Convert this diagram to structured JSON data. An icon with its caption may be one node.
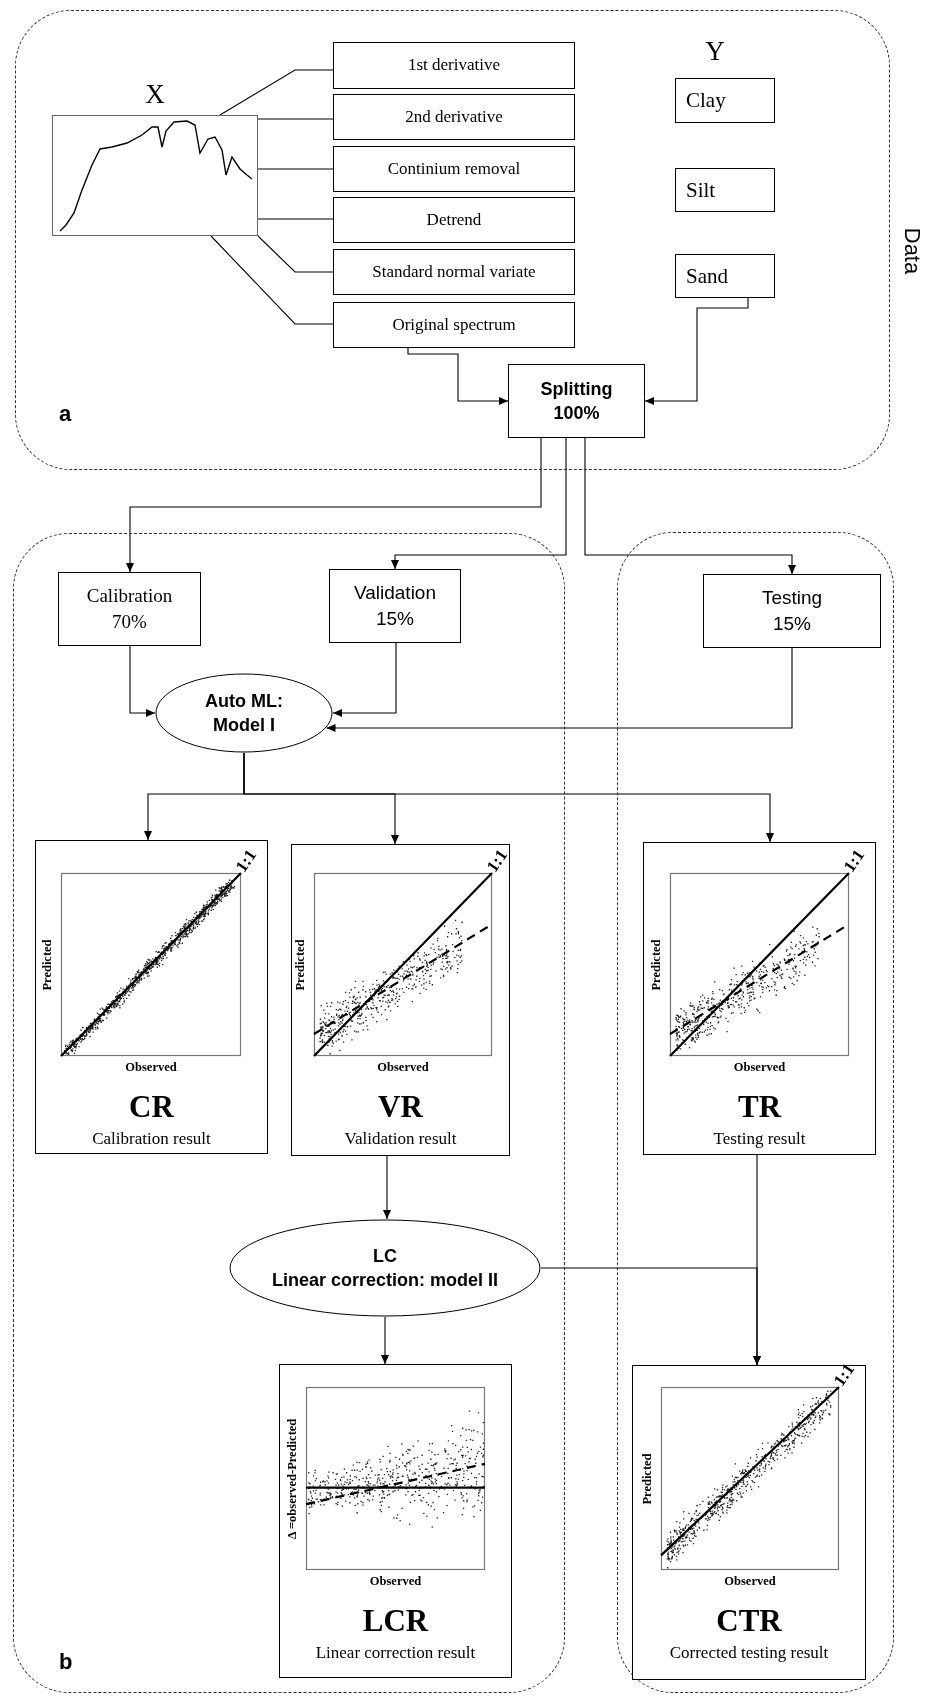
{
  "diagram": {
    "nodes": [
      {
        "text": [
          "a"
        ],
        "beside": [
          "Data"
        ]
      },
      {
        "text": [
          "X"
        ],
        "in": 0
      },
      {
        "text": [
          "1st derivative"
        ],
        "in": 0
      },
      {
        "text": [
          "2nd derivative"
        ],
        "in": 0
      },
      {
        "text": [
          "Continium removal"
        ],
        "in": 0
      },
      {
        "text": [
          "Detrend"
        ],
        "in": 0
      },
      {
        "text": [
          "Standard normal variate"
        ],
        "in": 0
      },
      {
        "text": [
          "Original spectrum"
        ],
        "in": 0
      },
      {
        "text": [
          "Clay"
        ],
        "in": 0,
        "beside": [
          "Y"
        ]
      },
      {
        "text": [
          "Silt"
        ],
        "in": 0
      },
      {
        "text": [
          "Sand"
        ],
        "in": 0
      },
      {
        "text": [
          "Splitting 100%"
        ],
        "in": 0
      },
      {
        "text": [
          "b"
        ]
      },
      {
        "text": [],
        "shape": "box"
      },
      {
        "text": [
          "Calibration 70%"
        ],
        "in": 12
      },
      {
        "text": [
          "Validation 15%"
        ],
        "in": 12
      },
      {
        "text": [
          "Testing 15%"
        ],
        "in": 13
      },
      {
        "text": [
          "Auto ML: Model I"
        ],
        "in": 12
      },
      {
        "text": [
          "1:1",
          "Predicted",
          "Observed",
          "CR",
          "Calibration result"
        ],
        "in": 12
      },
      {
        "text": [
          "1:1",
          "Predicted",
          "Observed",
          "VR",
          "Validation result"
        ],
        "in": 12
      },
      {
        "text": [
          "1:1",
          "Predicted",
          "Observed",
          "TR",
          "Testing result"
        ],
        "in": 13
      },
      {
        "text": [
          "LC",
          "Linear correction: model II"
        ],
        "in": 12
      },
      {
        "text": [
          "Δ =observed-Predicted",
          "Observed",
          "LCR",
          "Linear correction result"
        ],
        "in": 12
      },
      {
        "text": [
          "1:1",
          "Predicted",
          "Observed",
          "CTR",
          "Corrected testing result"
        ],
        "in": 13
      }
    ],
    "edges": [
      {
        "from": 1,
        "to": 2,
        "arrow": "none"
      },
      {
        "from": 1,
        "to": 3,
        "arrow": "none"
      },
      {
        "from": 1,
        "to": 4,
        "arrow": "none"
      },
      {
        "from": 1,
        "to": 5,
        "arrow": "none"
      },
      {
        "from": 1,
        "to": 6,
        "arrow": "none"
      },
      {
        "from": 1,
        "to": 7,
        "arrow": "none"
      },
      {
        "from": 7,
        "to": 11,
        "arrow": "to"
      },
      {
        "from": 10,
        "to": 11,
        "arrow": "to"
      },
      {
        "from": 11,
        "to": 14,
        "arrow": "to"
      },
      {
        "from": 11,
        "to": 15,
        "arrow": "to"
      },
      {
        "from": 11,
        "to": 16,
        "arrow": "to"
      },
      {
        "from": 14,
        "to": 17,
        "arrow": "to"
      },
      {
        "from": 15,
        "to": 17,
        "arrow": "to"
      },
      {
        "from": 16,
        "to": 17,
        "arrow": "to"
      },
      {
        "from": 17,
        "to": 18,
        "arrow": "to"
      },
      {
        "from": 17,
        "to": 19,
        "arrow": "to"
      },
      {
        "from": 17,
        "to": 20,
        "arrow": "to"
      },
      {
        "from": 19,
        "to": 21,
        "arrow": "to"
      },
      {
        "from": 21,
        "to": 22,
        "arrow": "to"
      },
      {
        "from": 21,
        "to": 23,
        "arrow": "to"
      },
      {
        "from": 20,
        "to": 23,
        "arrow": "to"
      }
    ]
  }
}
